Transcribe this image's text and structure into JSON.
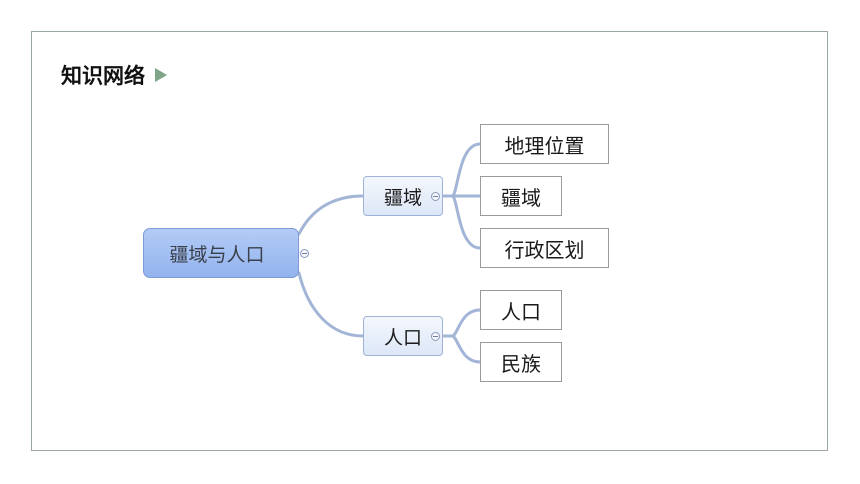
{
  "heading": {
    "title": "知识网络",
    "marker_icon": "play-triangle-icon"
  },
  "colors": {
    "connector": "#a3b5d6",
    "root_fill": "#a6c1f3",
    "marker": "#7fa487"
  },
  "mindmap": {
    "root": {
      "label": "疆域与人口"
    },
    "branches": [
      {
        "label": "疆域",
        "children": [
          "地理位置",
          "疆域",
          "行政区划"
        ]
      },
      {
        "label": "人口",
        "children": [
          "人口",
          "民族"
        ]
      }
    ]
  }
}
